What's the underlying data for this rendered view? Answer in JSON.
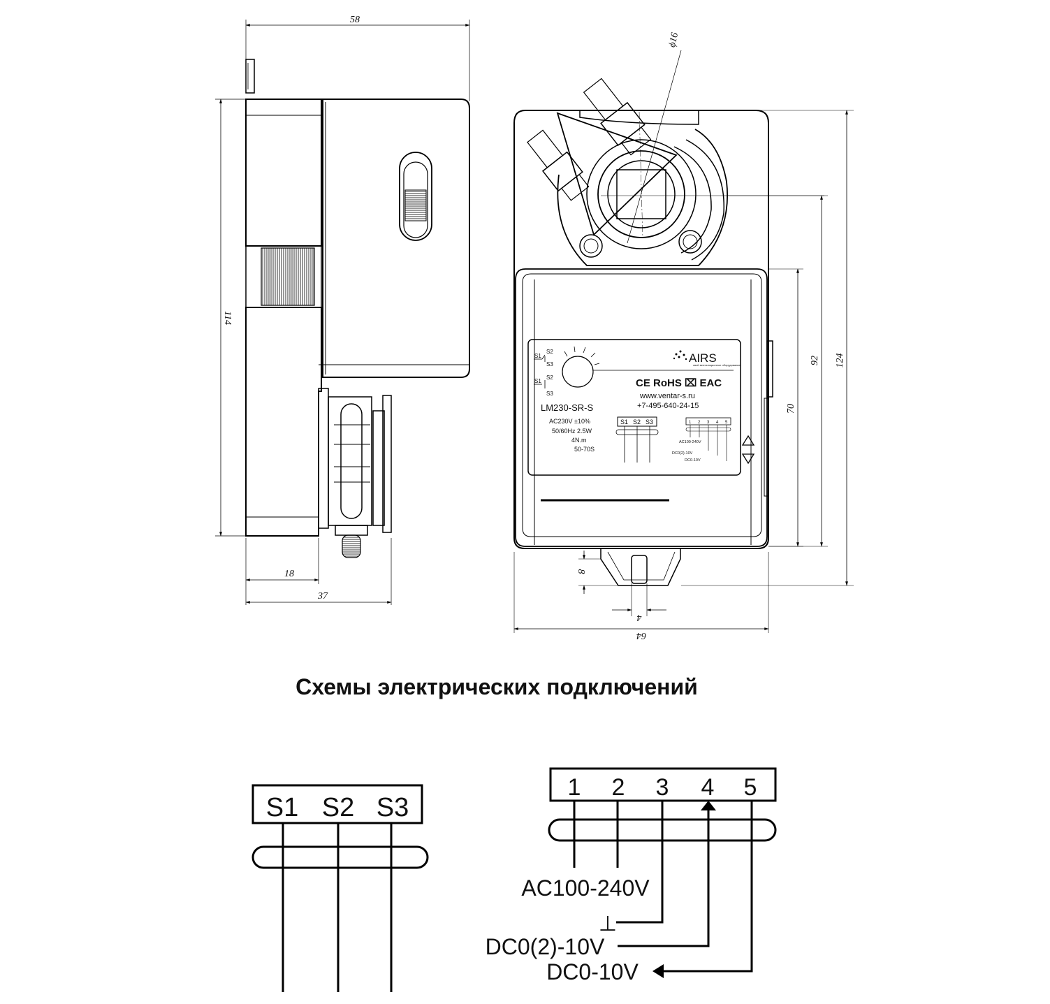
{
  "dimensions": {
    "side_width": "58",
    "side_height": "114",
    "side_offset": "18",
    "side_depth": "37",
    "front_width": "64",
    "front_height_total": "124",
    "front_height_mid": "92",
    "front_height_label": "70",
    "bottom_tab": "8",
    "bottom_slot": "4",
    "shaft_diameter": "ϕ16"
  },
  "label_plate": {
    "brand": "AIRS",
    "brand_sub": "своё вентиляционное оборудование",
    "model": "LM230-SR-S",
    "cert_marks": "CE RoHS ⌧ EAC",
    "website": "www.ventar-s.ru",
    "phone": "+7-495-640-24-15",
    "spec_voltage": "AC230V ±10%",
    "spec_power": "50/60Hz 2.5W",
    "spec_torque": "4N.m",
    "spec_time": "50-70S",
    "switch_terminals": [
      "S1",
      "S2",
      "S3"
    ],
    "power_terminals": [
      "1",
      "2",
      "3",
      "4",
      "5"
    ],
    "wire_ac": "AC100-240V",
    "wire_dc_in": "DC0(2)-10V",
    "wire_dc_out": "DC0-10V",
    "switch_symbol_labels": [
      "S1",
      "S2",
      "S3"
    ]
  },
  "section_title": "Схемы электрических подключений",
  "schematic_switch": {
    "terminals": [
      "S1",
      "S2",
      "S3"
    ]
  },
  "schematic_power": {
    "terminals": [
      "1",
      "2",
      "3",
      "4",
      "5"
    ],
    "ac_label": "AC100-240V",
    "ground_symbol": "⊥",
    "dc_in_label": "DC0(2)-10V",
    "dc_out_label": "DC0-10V"
  }
}
